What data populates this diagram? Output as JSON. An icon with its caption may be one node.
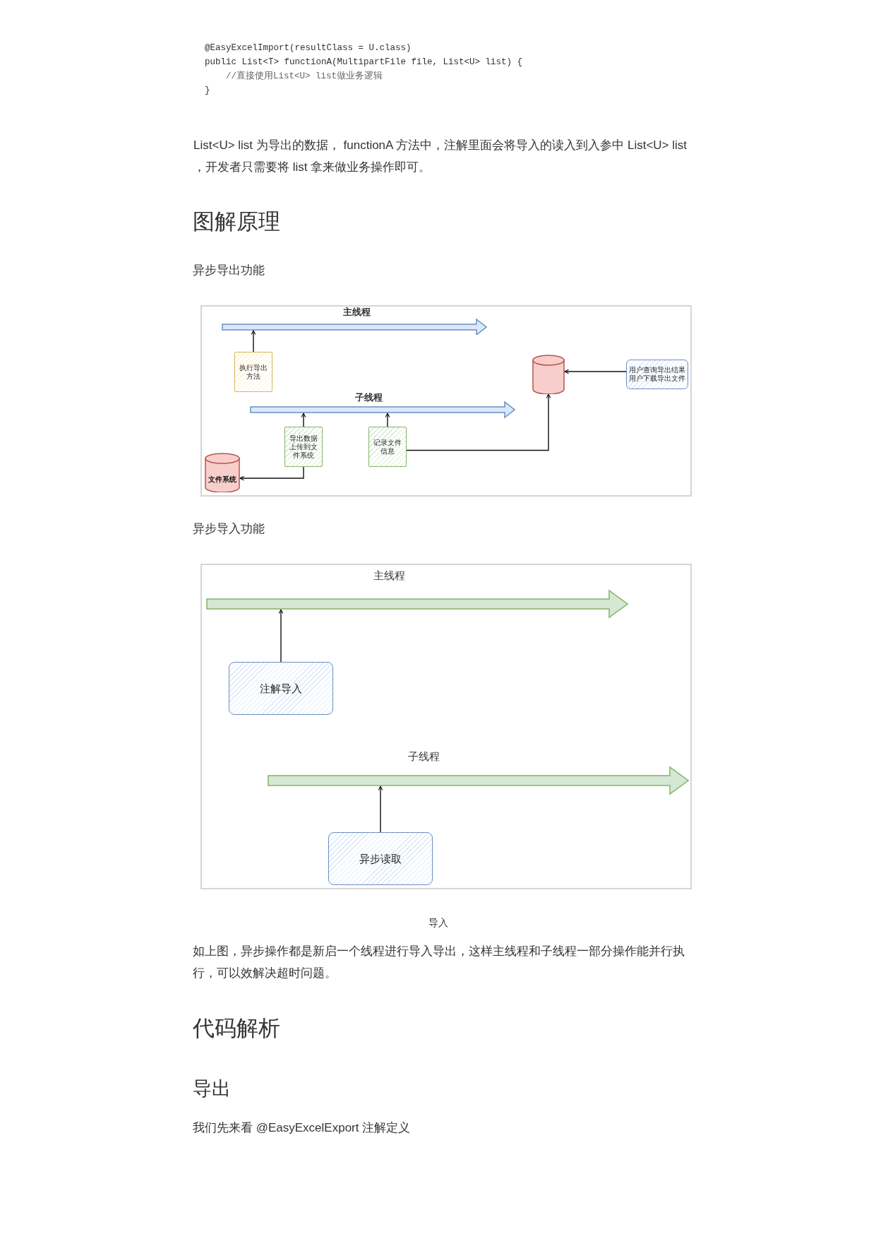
{
  "diagram": {
    "nodes": [
      {
        "text": [
          "主线程"
        ]
      },
      {
        "text": [
          "执行导出方法"
        ]
      },
      {
        "text": [],
        "shape": "cylinder"
      },
      {
        "text": [
          "用户查询导出结果",
          "用户下载导出文件"
        ]
      },
      {
        "text": [
          "子线程"
        ]
      },
      {
        "text": [
          "导出数据上传到文件系统"
        ]
      },
      {
        "text": [
          "记录文件信息"
        ]
      },
      {
        "text": [
          "文件系统"
        ]
      },
      {
        "text": [
          "主线程"
        ]
      },
      {
        "text": [
          "注解导入"
        ]
      },
      {
        "text": [
          "子线程"
        ]
      },
      {
        "text": [
          "异步读取"
        ]
      }
    ],
    "edges": [
      {
        "from": 1,
        "to": 0,
        "arrow": "to"
      },
      {
        "from": 3,
        "to": 2,
        "arrow": "to"
      },
      {
        "from": 5,
        "to": 4,
        "arrow": "to"
      },
      {
        "from": 6,
        "to": 4,
        "arrow": "to"
      },
      {
        "from": 6,
        "to": 2,
        "arrow": "to"
      },
      {
        "from": 5,
        "to": 7,
        "arrow": "to"
      },
      {
        "from": 9,
        "to": 8,
        "arrow": "to"
      },
      {
        "from": 11,
        "to": 10,
        "arrow": "to"
      }
    ],
    "labels": [
      "@EasyExcelImport(resultClass = U.class)",
      "public List<T> functionA(MultipartFile file, List<U> list) {",
      "//直接使用List<U> list做业务逻辑",
      "}",
      "List<U> list 为导出的数据， functionA 方法中，注解里面会将导入的读入到入参中 List<U> list ，开发者只需要将 list 拿来做业务操作即可。",
      "图解原理",
      "异步导出功能",
      "异步导入功能",
      "导入",
      "如上图，异步操作都是新启一个线程进行导入导出，这样主线程和子线程一部分操作能并行执行，可以效解决超时问题。",
      "代码解析",
      "导出",
      "我们先来看 @EasyExcelExport 注解定义"
    ]
  }
}
